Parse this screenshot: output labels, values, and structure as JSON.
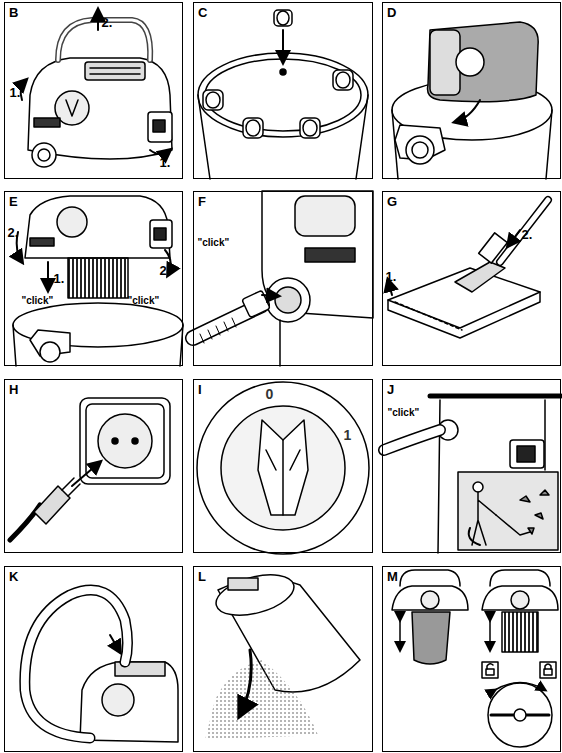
{
  "diagram": {
    "nodes": [
      {
        "text": [
          "B"
        ]
      },
      {
        "text": [
          "C"
        ]
      },
      {
        "text": [
          "D"
        ]
      },
      {
        "text": [
          "E"
        ]
      },
      {
        "text": [
          "F"
        ]
      },
      {
        "text": [
          "G"
        ]
      },
      {
        "text": [
          "H"
        ]
      },
      {
        "text": [
          "I"
        ]
      },
      {
        "text": [
          "J"
        ]
      },
      {
        "text": [
          "K"
        ]
      },
      {
        "text": [
          "L"
        ]
      },
      {
        "text": [
          "M"
        ]
      }
    ],
    "labels": [
      "2.",
      "1.",
      "1.",
      "2.",
      "1.",
      "2.",
      "\"click\"",
      "\"click\"",
      "\"click\"",
      "1.",
      "2.",
      "0",
      "1",
      "\"click\""
    ]
  }
}
